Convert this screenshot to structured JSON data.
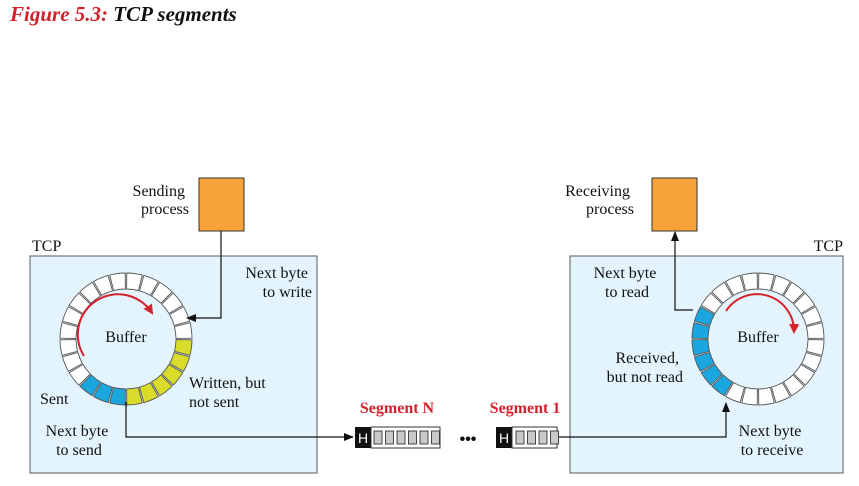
{
  "title": {
    "prefix": "Figure 5.3:",
    "name": "TCP segments"
  },
  "colors": {
    "title_red": "#d4212b",
    "tcp_fill": "#e3f4fd",
    "process_fill": "#f7a33a",
    "sent_fill": "#1ba6df",
    "written_fill": "#d9dc2a",
    "arrow_red": "#d4212b",
    "header_fill": "#111111",
    "segment_cell_fill": "#c9c9c9"
  },
  "sender": {
    "tcp_label": "TCP",
    "process_label": [
      "Sending",
      "process"
    ],
    "buffer_label": "Buffer",
    "next_write": [
      "Next byte",
      "to write"
    ],
    "written_not_sent": [
      "Written, but",
      "not sent"
    ],
    "sent": "Sent",
    "next_send": [
      "Next byte",
      "to send"
    ]
  },
  "receiver": {
    "tcp_label": "TCP",
    "process_label": [
      "Receiving",
      "process"
    ],
    "buffer_label": "Buffer",
    "next_read": [
      "Next byte",
      "to read"
    ],
    "received_not_read": [
      "Received,",
      "but not read"
    ],
    "next_receive": [
      "Next byte",
      "to receive"
    ]
  },
  "segments": {
    "segment_n_label": "Segment N",
    "segment_1_label": "Segment 1",
    "header_letter": "H",
    "ellipsis": "•••"
  },
  "buffers": {
    "slots": 24,
    "sender_sent_slots": 3,
    "sender_written_slots": 6,
    "receiver_received_slots": 6
  }
}
